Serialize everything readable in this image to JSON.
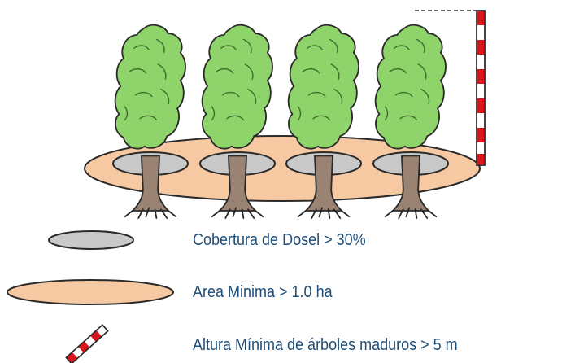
{
  "legend": {
    "canopy_label": "Cobertura de Dosel > 30%",
    "area_label": "Area Minima > 1.0 ha",
    "height_label": "Altura Mínima de árboles maduros > 5 m"
  },
  "colors": {
    "text": "#1f4e79",
    "area_fill": "#f7c9a3",
    "canopy_fill": "#c9c9c9",
    "foliage": "#8fd36b",
    "trunk": "#9b8374",
    "pole_red": "#d9141b",
    "outline": "#2a2a2a"
  },
  "icons": [
    "tree-icon",
    "canopy-ellipse-icon",
    "area-ellipse-icon",
    "measuring-pole-icon"
  ]
}
